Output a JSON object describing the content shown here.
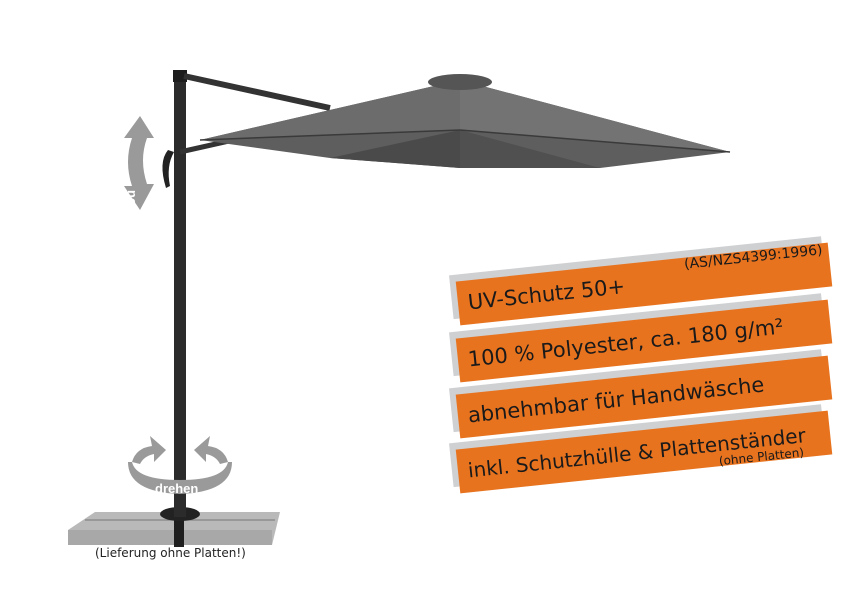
{
  "colors": {
    "banner": "#e8731f",
    "banner_shadow": "#cfd0d2",
    "arrow": "#9a9a9a",
    "canopy": "#5e5e5e",
    "pole": "#2b2b2b"
  },
  "icons": {
    "tilt": "tilt-arrow-icon",
    "rotate": "rotate-arrow-icon"
  },
  "arrows": {
    "tilt_label": "neigen",
    "rotate_label": "drehen"
  },
  "banners": [
    {
      "text": "UV-Schutz 50+",
      "note": "(AS/NZS4399:1996)"
    },
    {
      "text": "100 % Polyester, ca. 180 g/m²"
    },
    {
      "text": "abnehmbar für Handwäsche"
    },
    {
      "text": "inkl. Schutzhülle & Plattenständer",
      "note": "(ohne Platten)"
    }
  ],
  "caption": "(Lieferung ohne Platten!)"
}
